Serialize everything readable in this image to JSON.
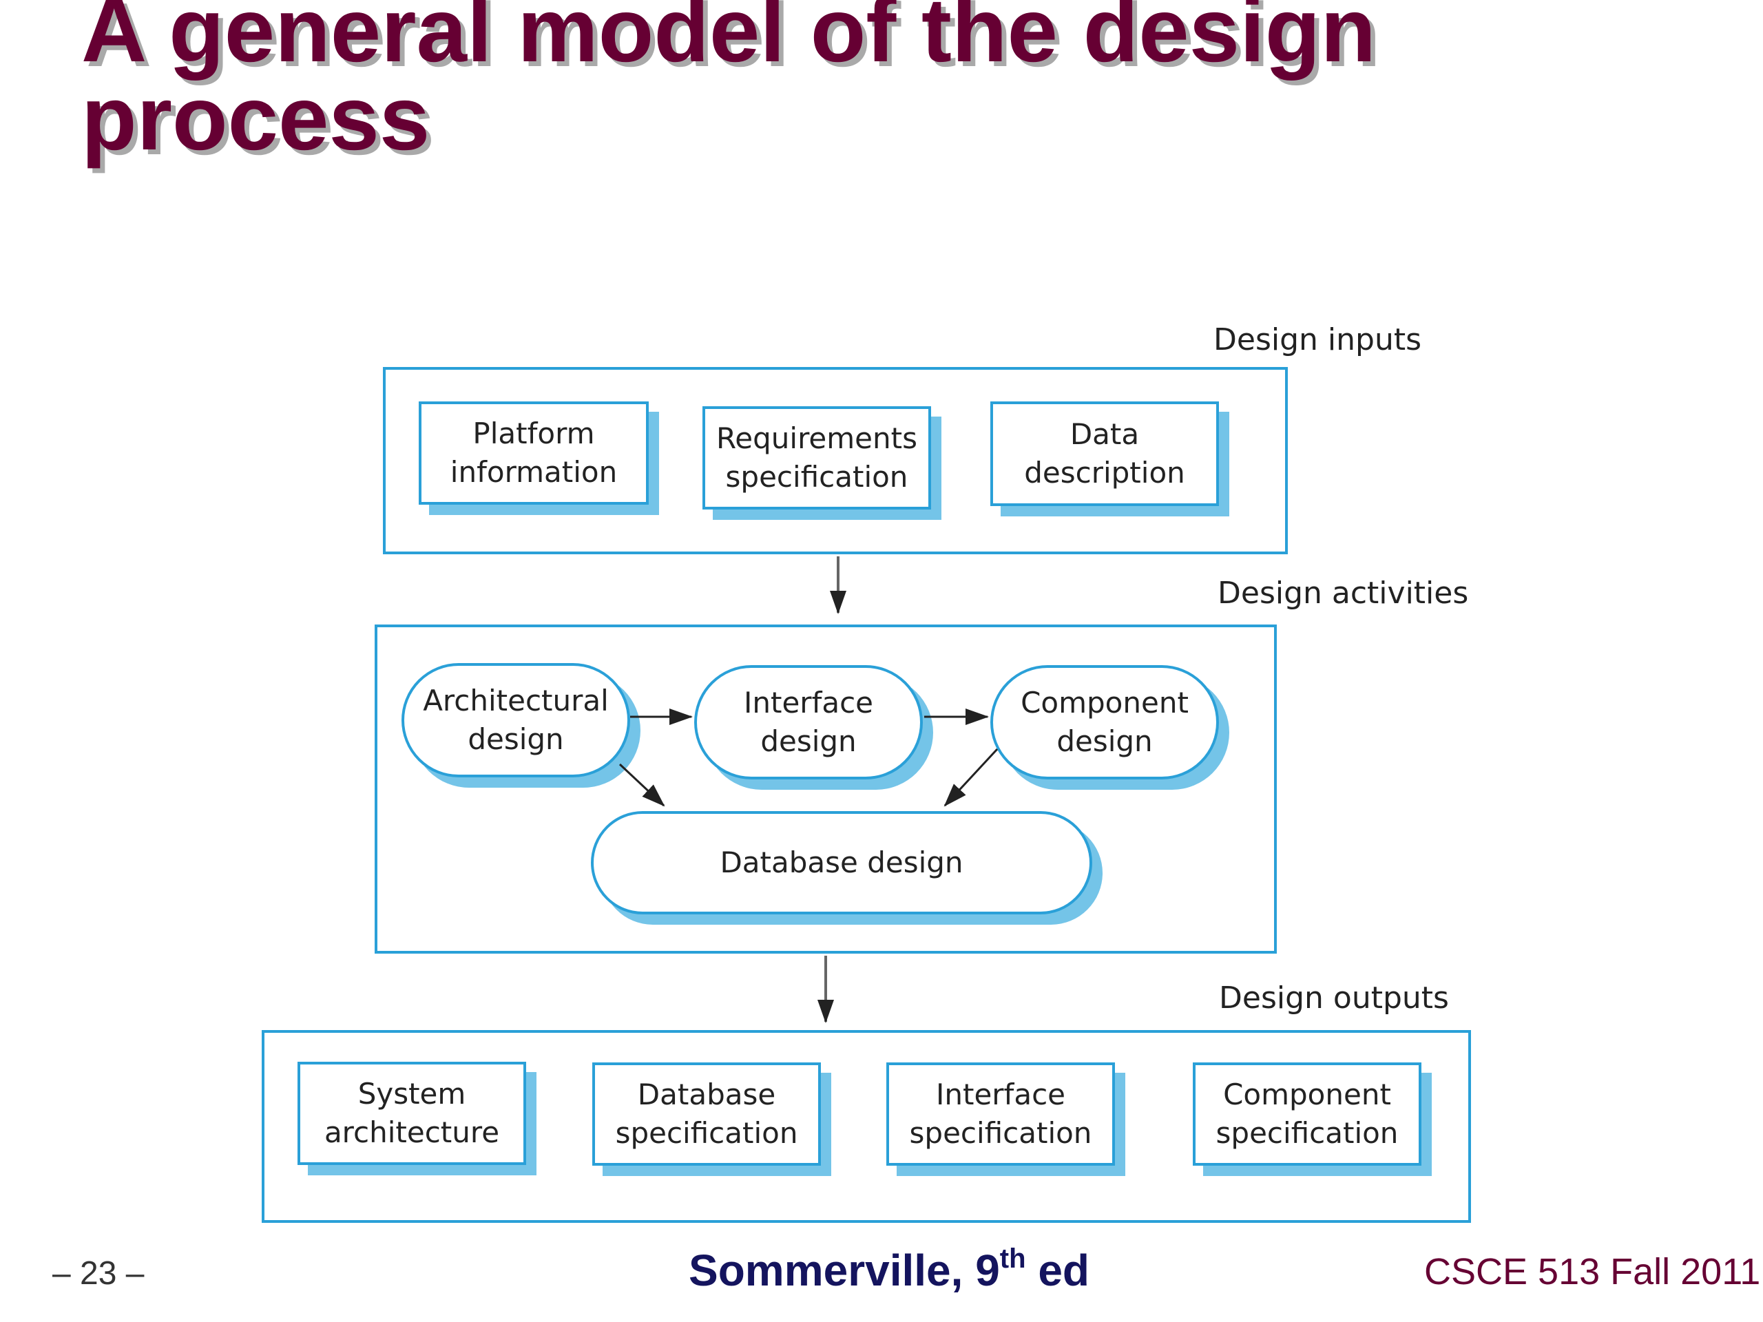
{
  "slide": {
    "title": "A general model of the design process",
    "page_number": "– 23 –",
    "footer_source": "Sommerville, 9",
    "footer_source_sup": "th",
    "footer_source_suffix": " ed",
    "footer_course": "CSCE 513 Fall 2011"
  },
  "diagram": {
    "inputs": {
      "label": "Design inputs",
      "items": [
        "Platform information",
        "Requirements specification",
        "Data description"
      ]
    },
    "activities": {
      "label": "Design activities",
      "items": [
        "Architectural design",
        "Interface design",
        "Component design",
        "Database design"
      ]
    },
    "outputs": {
      "label": "Design outputs",
      "items": [
        "System architecture",
        "Database specification",
        "Interface specification",
        "Component specification"
      ]
    }
  },
  "colors": {
    "title": "#660033",
    "diagram_border": "#2aa0d8",
    "diagram_shadow": "#74c4e8",
    "footer_source": "#14145e",
    "footer_course": "#660033"
  }
}
